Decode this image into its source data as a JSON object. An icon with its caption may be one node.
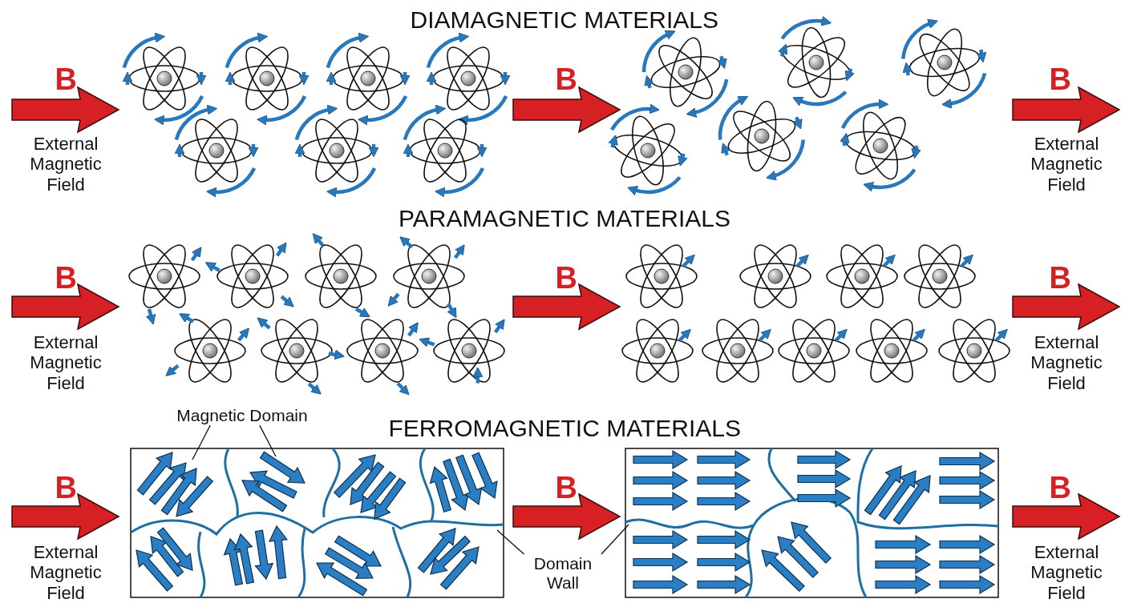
{
  "diagram": {
    "nodes": [
      {
        "text": [
          "Magnetic Domain"
        ]
      },
      {
        "text": [
          "Domain Wall"
        ]
      }
    ],
    "edges": [
      {
        "from": 0,
        "to": null,
        "arrow": "none"
      },
      {
        "from": 0,
        "to": null,
        "arrow": "none"
      },
      {
        "from": 1,
        "to": null,
        "arrow": "none"
      },
      {
        "from": 1,
        "to": null,
        "arrow": "none"
      }
    ],
    "labels": [
      "DIAMAGNETIC MATERIALS",
      "B",
      "B",
      "B",
      "External Magnetic Field",
      "External Magnetic Field",
      "PARAMAGNETIC MATERIALS",
      "B",
      "B",
      "B",
      "External Magnetic Field",
      "External Magnetic Field",
      "FERROMAGNETIC MATERIALS",
      "B",
      "B",
      "B",
      "External Magnetic Field",
      "External Magnetic Field"
    ]
  }
}
